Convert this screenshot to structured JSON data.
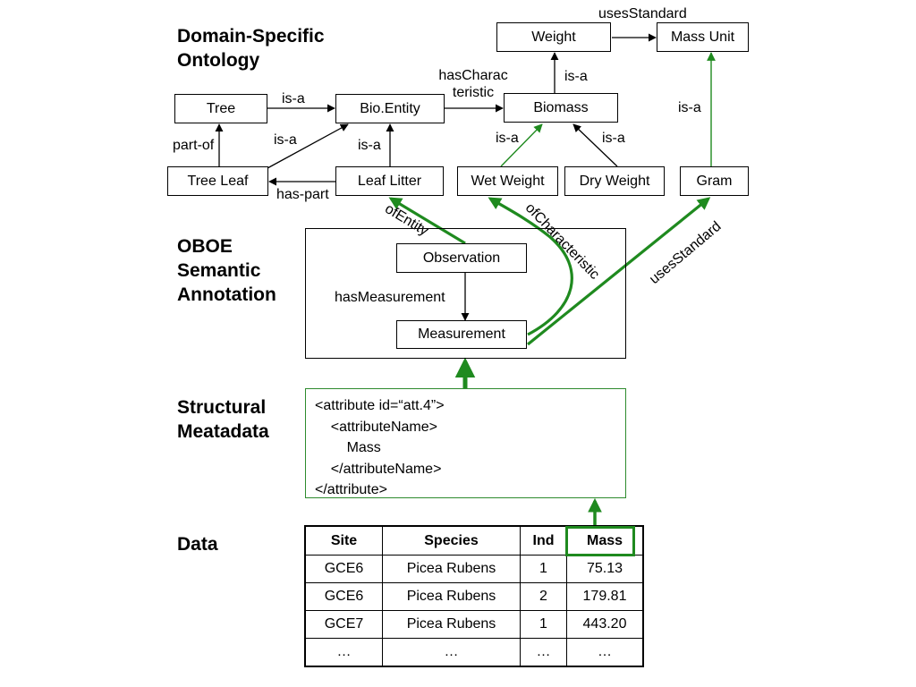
{
  "sections": {
    "domain": [
      "Domain-Specific",
      "Ontology"
    ],
    "oboe": [
      "OBOE",
      "Semantic",
      "Annotation"
    ],
    "structural": [
      "Structural",
      "Meatadata"
    ],
    "data": "Data"
  },
  "nodes": {
    "weight": "Weight",
    "mass_unit": "Mass Unit",
    "tree": "Tree",
    "bio_entity": "Bio.Entity",
    "biomass": "Biomass",
    "tree_leaf": "Tree Leaf",
    "leaf_litter": "Leaf Litter",
    "wet_weight": "Wet Weight",
    "dry_weight": "Dry Weight",
    "gram": "Gram",
    "observation": "Observation",
    "measurement": "Measurement"
  },
  "edge_labels": {
    "uses_standard_top": "usesStandard",
    "has_charac_1": "hasCharac",
    "has_charac_2": "teristic",
    "isa_weight_biomass": "is-a",
    "isa_tree_bio": "is-a",
    "isa_gram_massunit": "is-a",
    "part_of": "part-of",
    "isa_treeleaf_bio": "is-a",
    "isa_leaflitter_bio": "is-a",
    "isa_wet_biomass": "is-a",
    "isa_dry_biomass": "is-a",
    "has_part": "has-part",
    "of_entity": "ofEntity",
    "of_characteristic": "ofCharacteristic",
    "uses_standard_green": "usesStandard",
    "has_measurement": "hasMeasurement"
  },
  "metadata_lines": [
    "<attribute id=“att.4”>",
    "    <attributeName>",
    "        Mass",
    "    </attributeName>",
    "</attribute>"
  ],
  "table": {
    "headers": [
      "Site",
      "Species",
      "Ind",
      "Mass"
    ],
    "rows": [
      [
        "GCE6",
        "Picea Rubens",
        "1",
        "75.13"
      ],
      [
        "GCE6",
        "Picea Rubens",
        "2",
        "179.81"
      ],
      [
        "GCE7",
        "Picea Rubens",
        "1",
        "443.20"
      ],
      [
        "…",
        "…",
        "…",
        "…"
      ]
    ]
  },
  "colors": {
    "ontology": "#000000",
    "annotation": "#1f8a1f",
    "metadata_border": "#2e8b2e"
  }
}
